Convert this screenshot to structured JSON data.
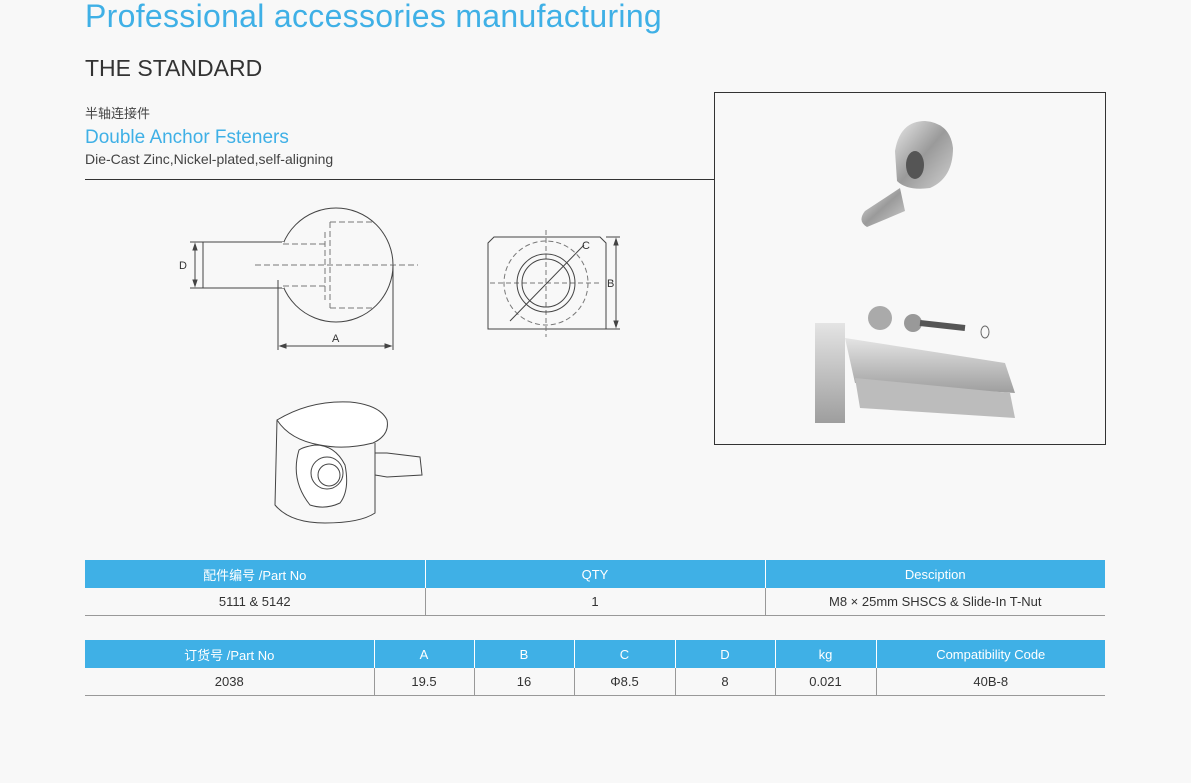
{
  "header": {
    "title": "Professional accessories manufacturing",
    "subtitle": "THE STANDARD"
  },
  "product": {
    "name_cn": "半轴连接件",
    "name_en": "Double Anchor Fsteners",
    "description": "Die-Cast Zinc,Nickel-plated,self-aligning"
  },
  "drawing": {
    "label_a": "A",
    "label_b": "B",
    "label_c": "C",
    "label_d": "D"
  },
  "table1": {
    "headers": [
      "配件编号 /Part No",
      "QTY",
      "Desciption"
    ],
    "row": [
      "5111 & 5142",
      "1",
      "M8 × 25mm SHSCS & Slide-In T-Nut"
    ]
  },
  "table2": {
    "headers": [
      "订货号 /Part No",
      "A",
      "B",
      "C",
      "D",
      "kg",
      "Compatibility Code"
    ],
    "row": [
      "2038",
      "19.5",
      "16",
      "Φ8.5",
      "8",
      "0.021",
      "40B-8"
    ]
  },
  "colors": {
    "accent": "#3fb0e6",
    "text": "#333333",
    "background": "#f8f8f8"
  }
}
